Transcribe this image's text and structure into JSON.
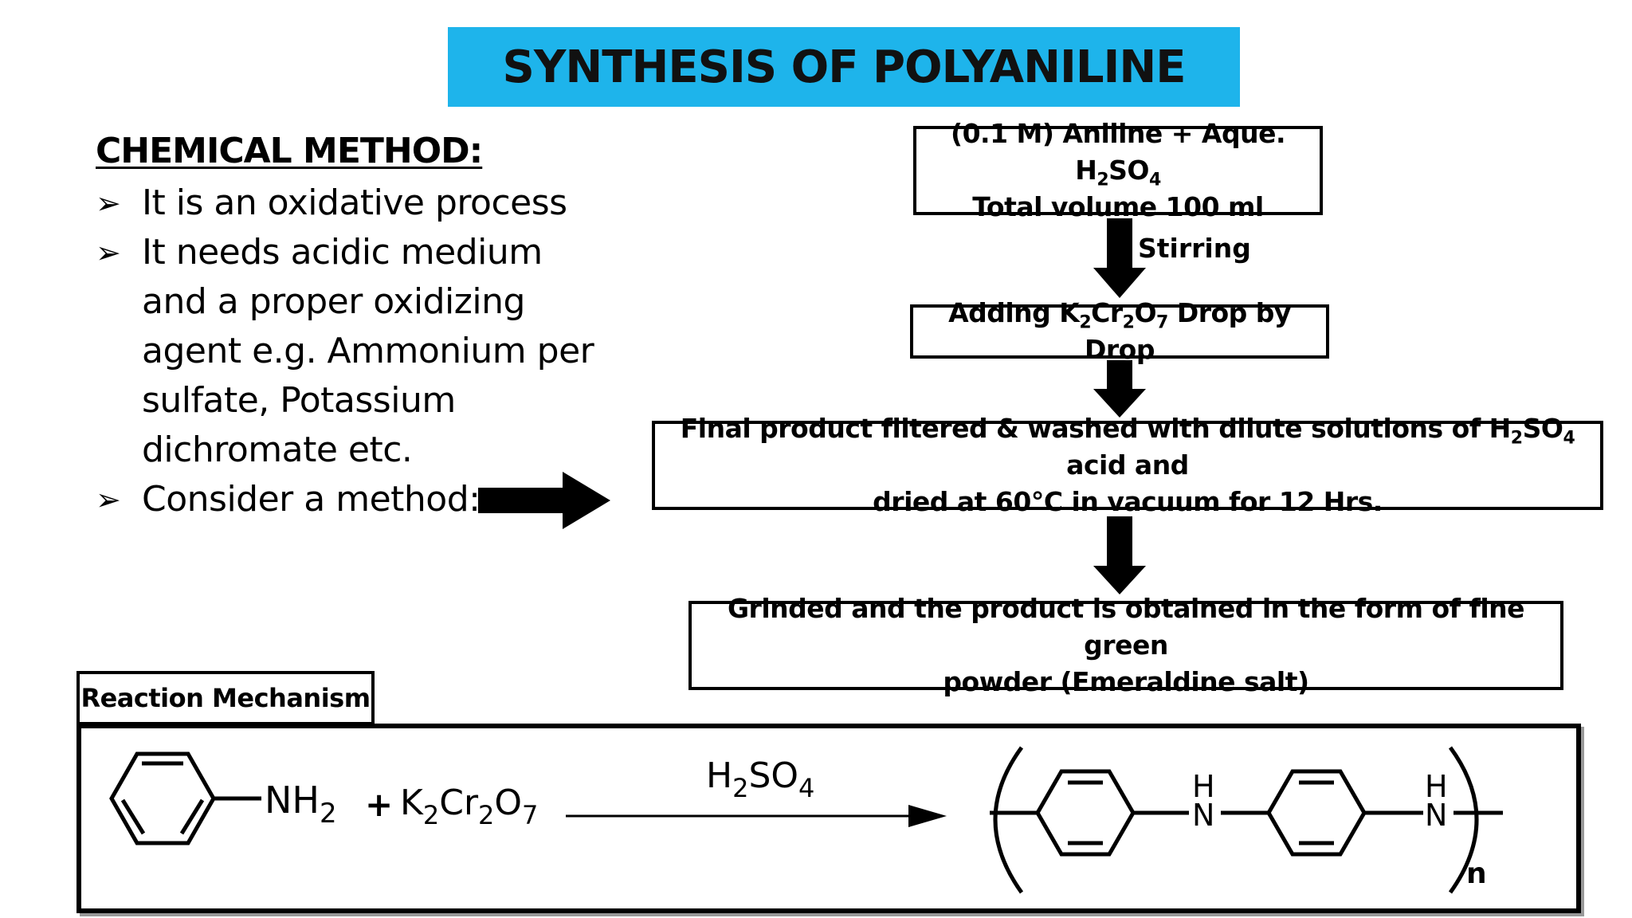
{
  "title": "SYNTHESIS OF POLYANILINE",
  "left": {
    "heading": "CHEMICAL METHOD:",
    "bullets": [
      {
        "marker": "➢",
        "lines": [
          "It is an oxidative process"
        ]
      },
      {
        "marker": "➢",
        "lines": [
          "It needs acidic medium",
          "and a proper oxidizing",
          "agent e.g. Ammonium per",
          "sulfate, Potassium",
          "dichromate etc."
        ]
      },
      {
        "marker": "➢",
        "lines": [
          "Consider a method:"
        ]
      }
    ]
  },
  "flow": {
    "step1": {
      "line1_pre": "(0.1 M) Aniline + Aque. H",
      "line1_sub1": "2",
      "line1_mid": "SO",
      "line1_sub2": "4",
      "line2": "Total volume 100 ml"
    },
    "stirring_label": "Stirring",
    "step2": {
      "pre": "Adding K",
      "sub1": "2",
      "mid1": "Cr",
      "sub2": "2",
      "mid2": "O",
      "sub3": "7",
      "post": " Drop by Drop"
    },
    "step3": {
      "line1_pre": "Final product filtered & washed with dilute solutions of H",
      "line1_sub1": "2",
      "line1_mid": "SO",
      "line1_sub2": "4",
      "line1_post": " acid and",
      "line2": "dried at 60°C in vacuum for 12 Hrs."
    },
    "step4": {
      "line1": "Grinded and the product is obtained in the form of fine green",
      "line2": "powder (Emeraldine salt)"
    }
  },
  "reaction": {
    "tab_label": "Reaction Mechanism",
    "nh2": "NH",
    "nh2_sub": "2",
    "plus": "+",
    "oxidant": {
      "a": "K",
      "s1": "2",
      "b": "Cr",
      "s2": "2",
      "c": "O",
      "s3": "7"
    },
    "catalyst": {
      "a": "H",
      "s1": "2",
      "b": "SO",
      "s2": "4"
    },
    "h": "H",
    "n_atom": "N",
    "repeat_n": "n"
  },
  "colors": {
    "banner": "#1eb4eb",
    "ink": "#000000"
  }
}
